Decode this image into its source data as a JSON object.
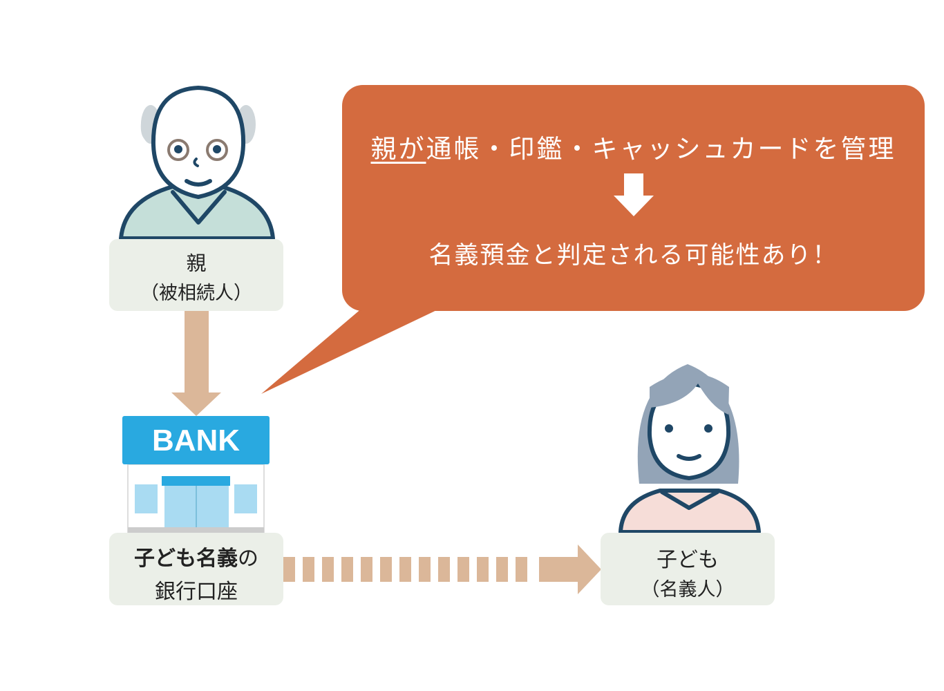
{
  "bubble": {
    "line1_underlined": "親が",
    "line1_rest": "通帳・印鑑・キャッシュカードを管理",
    "line2": "名義預金と判定される可能性あり！"
  },
  "parent": {
    "name": "親",
    "role": "（被相続人）"
  },
  "bank": {
    "sign": "BANK",
    "label_bold": "子ども名義",
    "label_normal": "の",
    "label_line2": "銀行口座"
  },
  "child": {
    "name": "子ども",
    "role": "（名義人）"
  },
  "colors": {
    "bubble": "#d46b3f",
    "arrow": "#dbb799",
    "bank": "#29a9e0",
    "box": "#ebefe8"
  }
}
